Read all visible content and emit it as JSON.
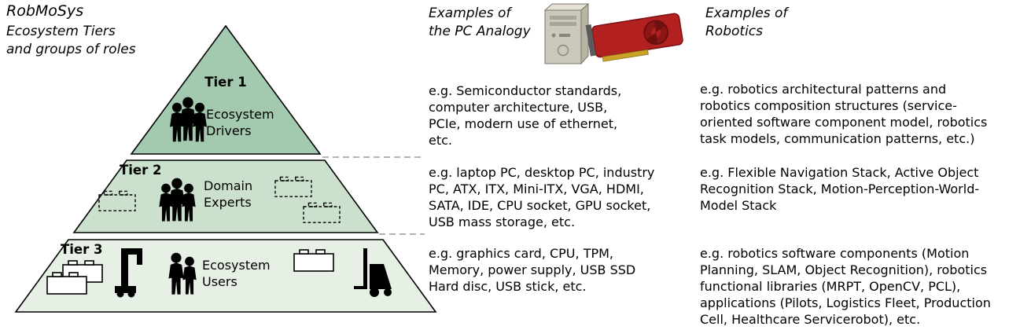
{
  "brand": "RobMoSys",
  "subtitle": "Ecosystem Tiers\nand groups of roles",
  "headers": {
    "pc": "Examples of\nthe PC Analogy",
    "robotics": "Examples of\nRobotics"
  },
  "tiers": [
    {
      "label": "Tier 1",
      "role": "Ecosystem\nDrivers",
      "pc": "e.g. Semiconductor standards,\ncomputer architecture, USB,\nPCIe, modern use of ethernet,\netc.",
      "robotics": "e.g. robotics architectural patterns and\nrobotics composition structures (service-\noriented software component model, robotics\ntask models, communication patterns, etc.)"
    },
    {
      "label": "Tier 2",
      "role": "Domain\nExperts",
      "pc": "e.g. laptop PC, desktop PC, industry\nPC, ATX, ITX, Mini-ITX, VGA, HDMI,\nSATA, IDE, CPU socket, GPU socket,\nUSB mass storage, etc.",
      "robotics": "e.g. Flexible Navigation Stack, Active Object\nRecognition Stack, Motion-Perception-World-\nModel Stack"
    },
    {
      "label": "Tier 3",
      "role": "Ecosystem\nUsers",
      "pc": "e.g. graphics card, CPU, TPM,\nMemory, power supply, USB SSD\nHard disc, USB stick, etc.",
      "robotics": "e.g. robotics software components (Motion\nPlanning, SLAM, Object Recognition), robotics\nfunctional libraries (MRPT, OpenCV, PCL),\napplications (Pilots, Logistics Fleet, Production\nCell, Healthcare Servicerobot), etc."
    }
  ],
  "colors": {
    "tier1_fill": "#a3c9af",
    "tier2_fill": "#cbe0cd",
    "tier3_fill": "#e6f0e5",
    "connector": "#b3b3b3",
    "gpu_red": "#b32020",
    "pc_beige": "#ccc8ba"
  }
}
